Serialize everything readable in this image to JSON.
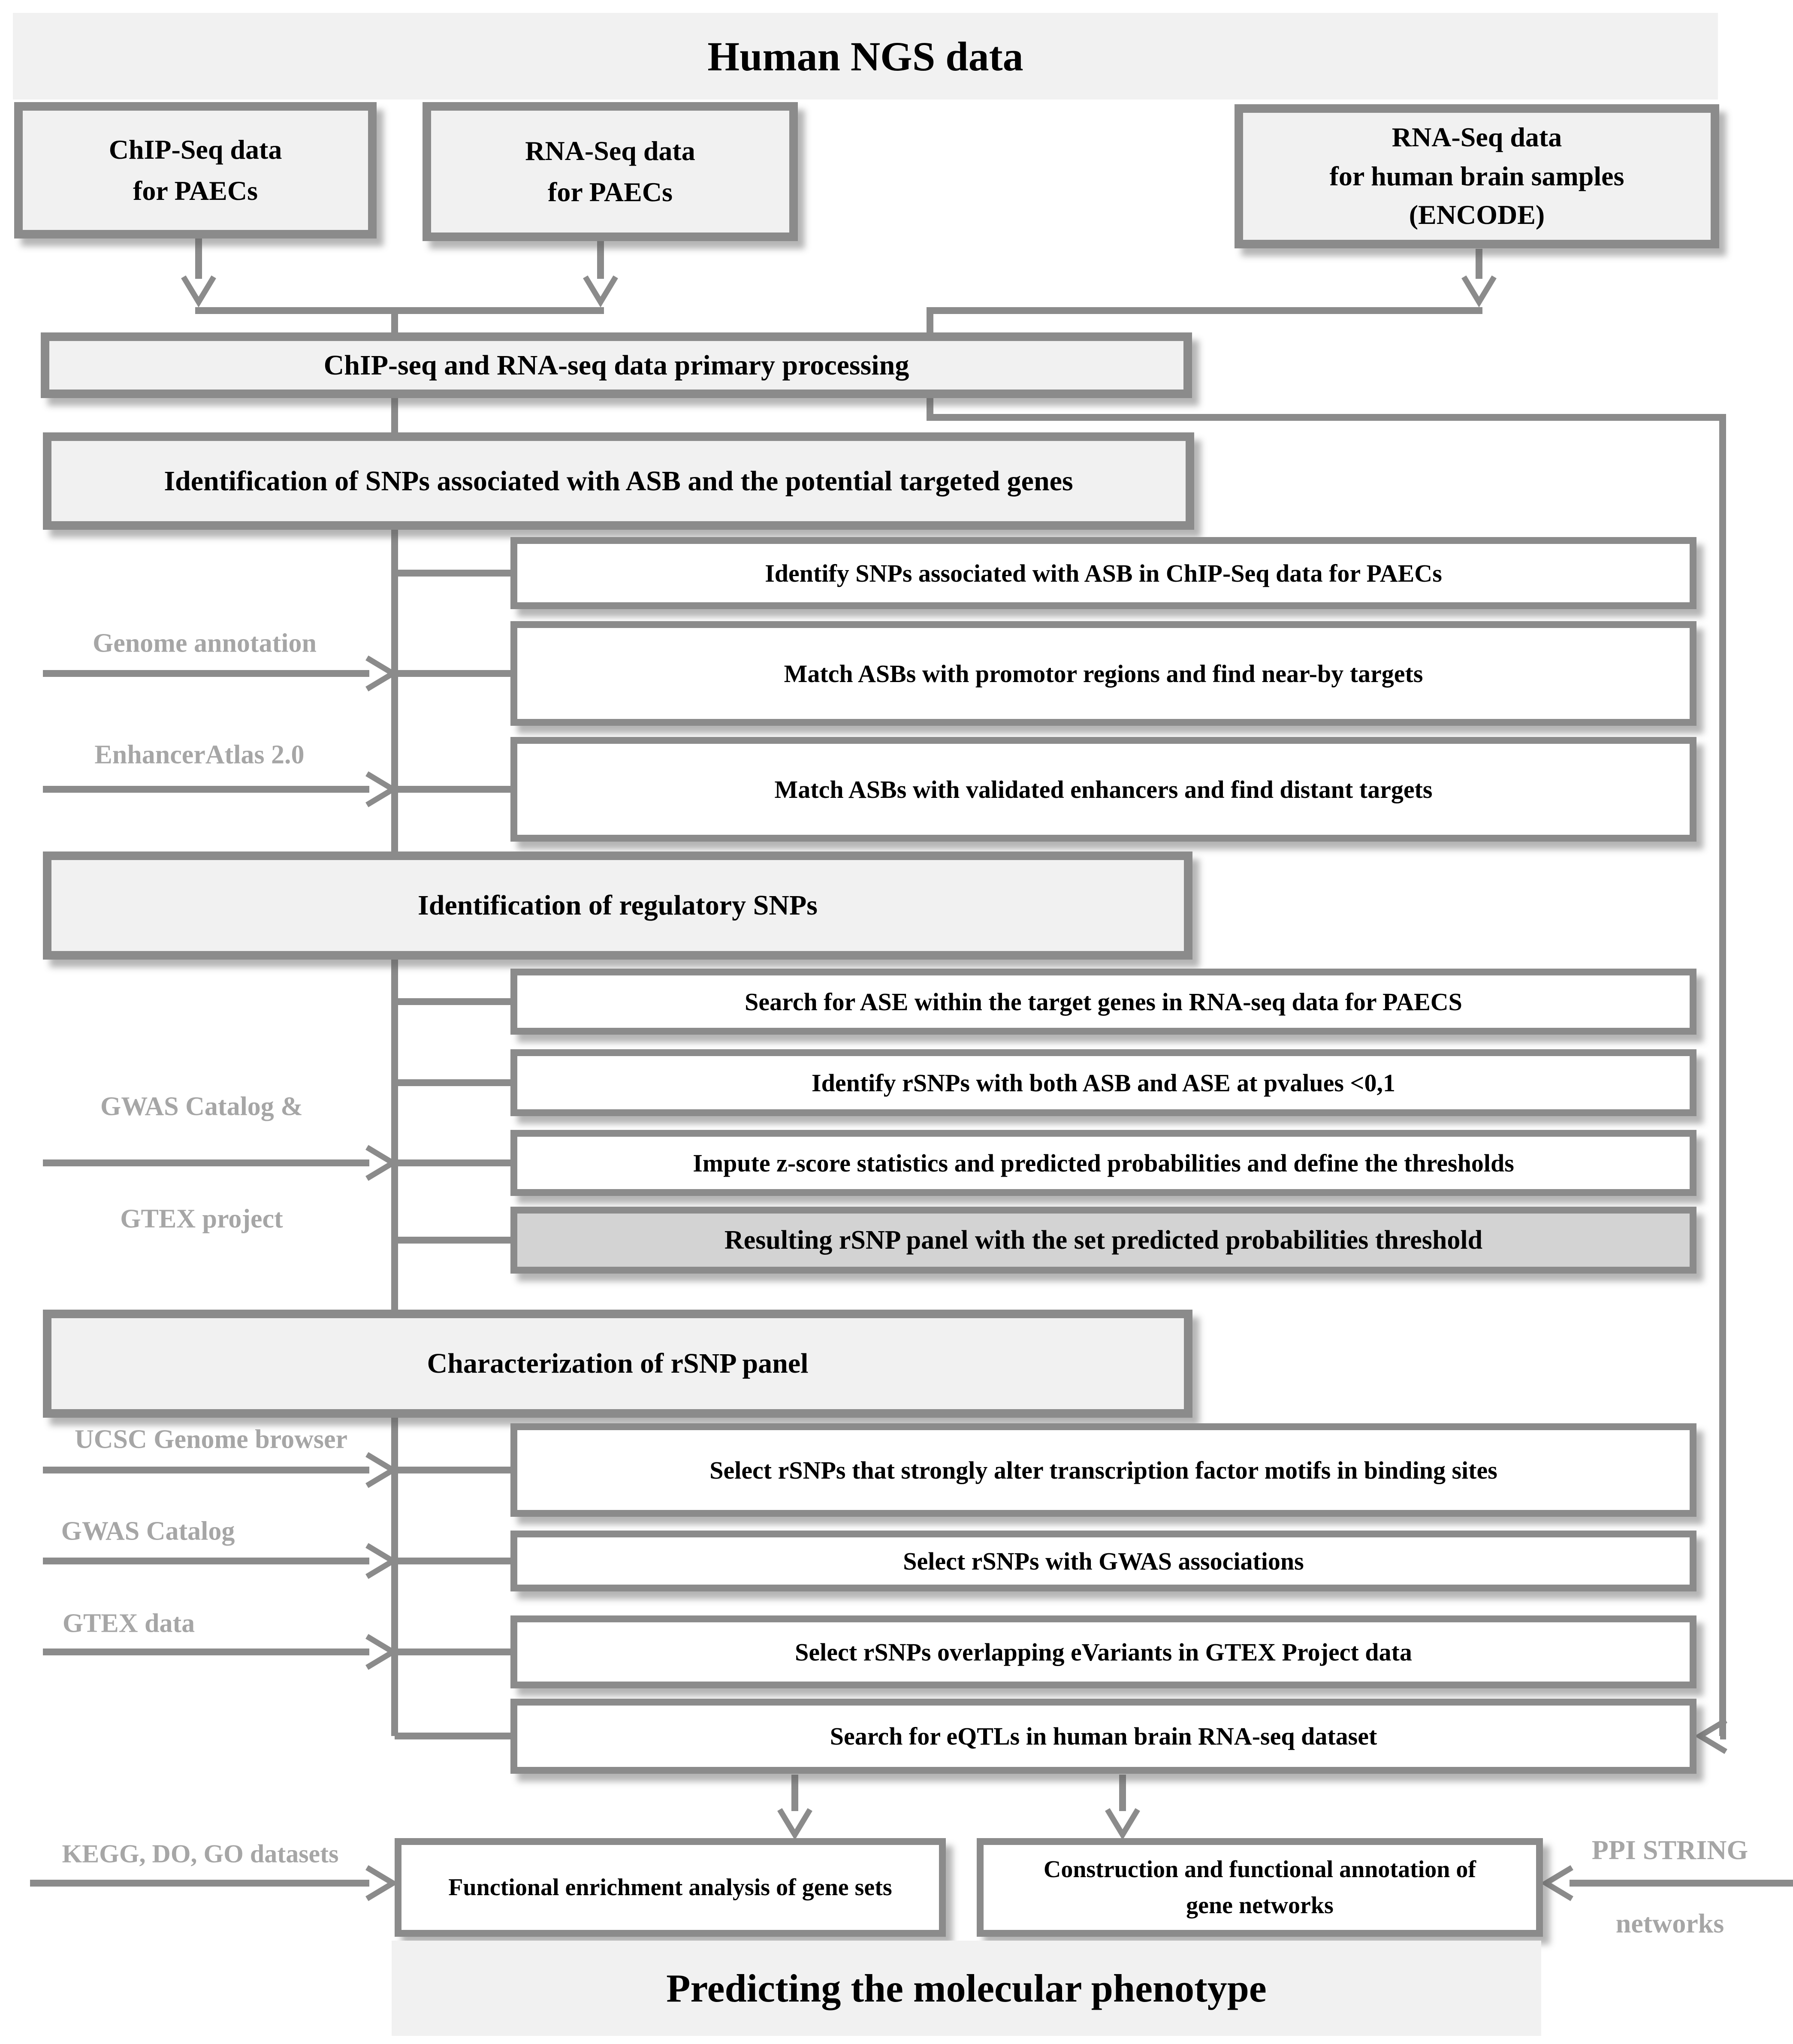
{
  "banners": {
    "top": "Human NGS data",
    "bottom": "Predicting the molecular phenotype"
  },
  "input_boxes": {
    "chip_seq": "ChIP-Seq data\nfor PAECs",
    "rna_seq": "RNA-Seq data\nfor PAECs",
    "encode": "RNA-Seq data\nfor human brain samples\n(ENCODE)"
  },
  "stage_boxes": {
    "primary_processing": "ChIP-seq and RNA-seq data primary processing",
    "asb_identification": "Identification of SNPs associated with ASB and the potential targeted genes",
    "regulatory_snps": "Identification of regulatory SNPs",
    "characterization": "Characterization of rSNP panel"
  },
  "asb_steps": [
    "Identify SNPs associated with ASB in ChIP-Seq data for PAECs",
    "Match ASBs with promotor regions and find near-by targets",
    "Match ASBs with validated enhancers and find distant targets"
  ],
  "regulatory_steps": [
    "Search for ASE within the target genes in RNA-seq data for PAECS",
    "Identify rSNPs with both ASB and ASE at pvalues <0,1",
    "Impute z-score statistics and predicted probabilities and define the thresholds",
    "Resulting rSNP panel with the set predicted probabilities threshold"
  ],
  "characterization_steps": [
    "Select rSNPs that strongly alter transcription factor motifs in binding sites",
    "Select rSNPs with GWAS associations",
    "Select rSNPs overlapping eVariants in GTEX Project data",
    "Search for eQTLs in human brain RNA-seq dataset"
  ],
  "output_boxes": {
    "enrichment": "Functional enrichment analysis of gene sets",
    "networks": "Construction and functional annotation of\ngene networks"
  },
  "side_labels": {
    "genome_annotation": "Genome annotation",
    "enhancer_atlas": "EnhancerAtlas 2.0",
    "gwas_gtex_line1": "GWAS Catalog &",
    "gwas_gtex_line2": "GTEX project",
    "ucsc": "UCSC Genome browser",
    "gwas_catalog": "GWAS Catalog",
    "gtex_data": "GTEX data",
    "kegg": "KEGG, DO, GO datasets",
    "ppi_line1": "PPI STRING",
    "ppi_line2": "networks"
  },
  "colors": {
    "line_gray": "#8b8b8b",
    "label_gray": "#a6a6a6",
    "box_fill_light": "#f1f1f1",
    "box_fill_white": "#ffffff",
    "box_fill_dark": "#d3d3d3",
    "text": "#000000",
    "background": "#ffffff"
  }
}
